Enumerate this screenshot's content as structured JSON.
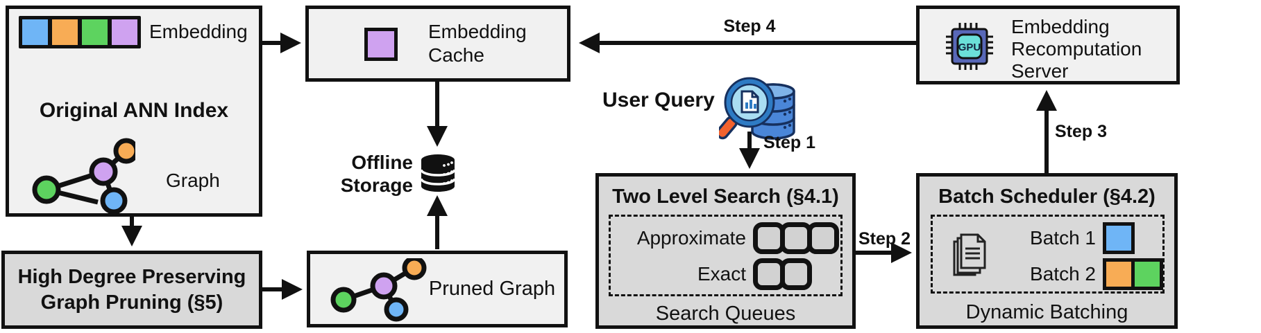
{
  "palette": {
    "box_light": "#f1f1f1",
    "box_gray": "#d9d9d9",
    "queue_fill": "#d2d2d2",
    "blue": "#6fb5f6",
    "orange": "#f8ac55",
    "green": "#5dd35f",
    "purple": "#cfa2f0",
    "gpu_body": "#5868b8",
    "gpu_core": "#6be0d9",
    "query_db_blue": "#4a86d8",
    "query_navy": "#16305e",
    "magnifier_rim": "#2e7bc4",
    "magnifier_glass": "#a9ddf2",
    "handle_orange": "#f2622e"
  },
  "ann_index": {
    "title": "Original ANN Index",
    "embedding_label": "Embedding",
    "graph_label": "Graph",
    "embedding_cells": [
      "blue",
      "orange",
      "green",
      "purple"
    ]
  },
  "graph_pruning": {
    "line1": "High Degree Preserving",
    "line2": "Graph Pruning (§5)"
  },
  "embedding_cache": {
    "line1": "Embedding",
    "line2": "Cache"
  },
  "offline_storage": {
    "line1": "Offline",
    "line2": "Storage",
    "icon": "database-icon"
  },
  "pruned_graph": {
    "label": "Pruned Graph"
  },
  "user_query": {
    "label": "User Query",
    "icon": "magnifier-database-icon"
  },
  "two_level_search": {
    "title": "Two Level Search (§4.1)",
    "row1_label": "Approximate",
    "row1_queue_count": 3,
    "row2_label": "Exact",
    "row2_queue_count": 2,
    "footer": "Search Queues"
  },
  "batch_scheduler": {
    "title": "Batch Scheduler (§4.2)",
    "row1_label": "Batch 1",
    "row1_colors": [
      "blue"
    ],
    "row2_label": "Batch 2",
    "row2_colors": [
      "orange",
      "green"
    ],
    "footer": "Dynamic Batching",
    "icon": "documents-icon"
  },
  "recomputation_server": {
    "line1": "Embedding",
    "line2": "Recomputation",
    "line3": "Server",
    "gpu_label": "GPU"
  },
  "steps": {
    "step1": "Step 1",
    "step2": "Step 2",
    "step3": "Step 3",
    "step4": "Step 4"
  }
}
